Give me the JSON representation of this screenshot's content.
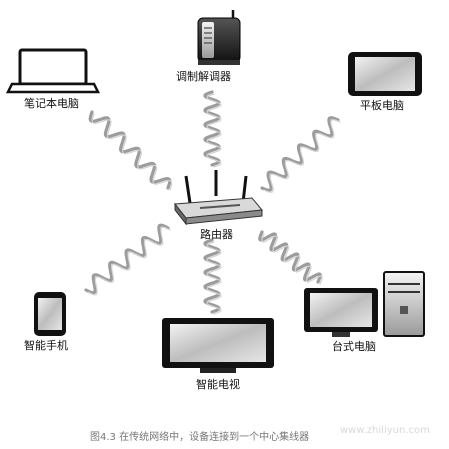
{
  "devices": {
    "modem": {
      "label": "调制解调器",
      "icon": "modem-icon"
    },
    "laptop": {
      "label": "笔记本电脑",
      "icon": "laptop-icon"
    },
    "tablet": {
      "label": "平板电脑",
      "icon": "tablet-icon"
    },
    "router": {
      "label": "路由器",
      "icon": "router-icon"
    },
    "phone": {
      "label": "智能手机",
      "icon": "smartphone-icon"
    },
    "tv": {
      "label": "智能电视",
      "icon": "tv-icon"
    },
    "desktop": {
      "label": "台式电脑",
      "icon": "desktop-computer-icon"
    }
  },
  "caption": "图4.3  在传统网络中，设备连接到一个中心集线器",
  "watermark": "www.zhiliyun.com"
}
